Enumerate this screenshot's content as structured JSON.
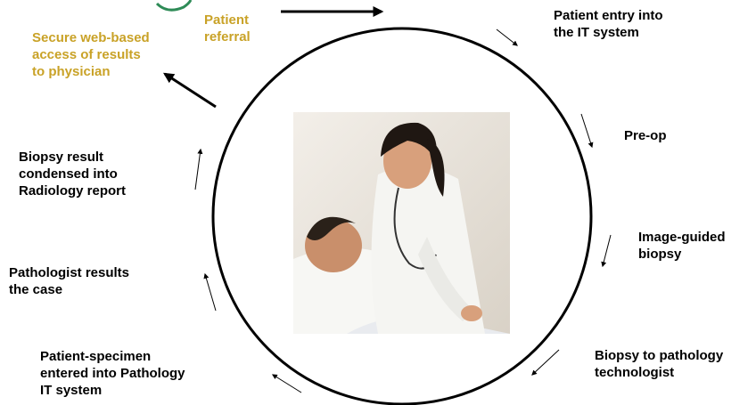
{
  "colors": {
    "accent_gold": "#c9a227",
    "text": "#000000",
    "circle": "#000000",
    "logo_green": "#2e8b57"
  },
  "icons": [
    "logo-swoosh-icon",
    "arrow-icon"
  ],
  "steps": {
    "patient_referral": [
      "Patient",
      "referral"
    ],
    "patient_entry": [
      "Patient entry into",
      "the IT system"
    ],
    "pre_op": [
      "Pre-op"
    ],
    "image_guided_biopsy": [
      "Image-guided",
      "biopsy"
    ],
    "biopsy_to_pathology": [
      "Biopsy to pathology",
      "technologist"
    ],
    "specimen_entered": [
      "Patient-specimen",
      "entered into Pathology",
      "IT system"
    ],
    "pathologist_results": [
      "Pathologist results",
      "the case"
    ],
    "biopsy_condensed": [
      "Biopsy result",
      "condensed into",
      "Radiology report"
    ],
    "secure_access": [
      "Secure web-based",
      "access of results",
      "to physician"
    ]
  }
}
